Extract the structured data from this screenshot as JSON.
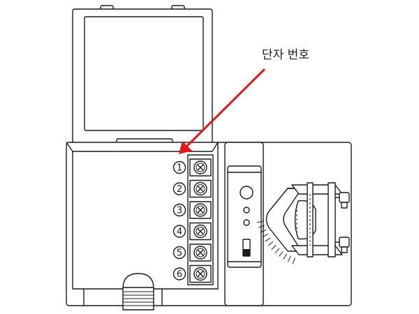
{
  "callout": {
    "label": "단자 번호",
    "color": "#e8141b"
  },
  "terminals": [
    {
      "number": "1"
    },
    {
      "number": "2"
    },
    {
      "number": "3"
    },
    {
      "number": "4"
    },
    {
      "number": "5"
    },
    {
      "number": "6"
    }
  ],
  "icons": {
    "terminal": "circled-digit",
    "screw": "x-head-screw",
    "switch": "slide-switch",
    "clamp": "u-bolt-clamp"
  }
}
